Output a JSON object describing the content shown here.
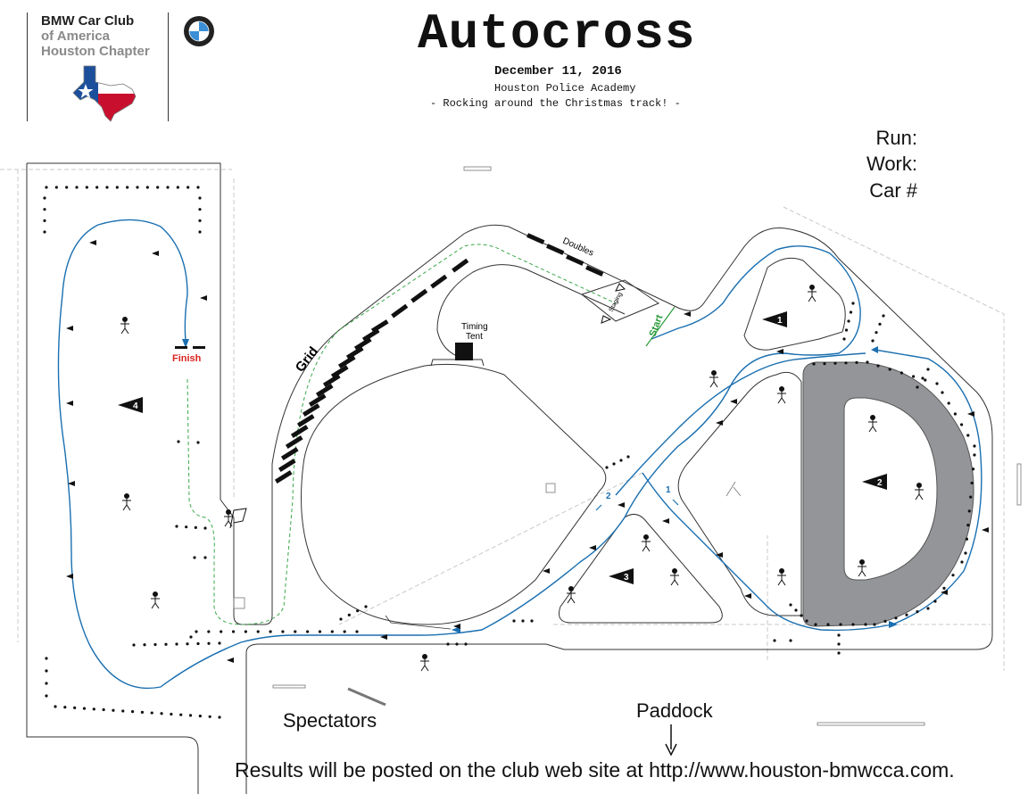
{
  "header": {
    "club_line_1": "BMW Car Club",
    "club_line_2": "of America",
    "club_line_3": "Houston Chapter",
    "title": "Autocross",
    "date": "December 11, 2016",
    "venue": "Houston Police Academy",
    "tagline": "- Rocking around the Christmas track! -"
  },
  "card": {
    "run_label": "Run:",
    "work_label": "Work:",
    "car_label": "Car #"
  },
  "map": {
    "labels": {
      "doubles": "Doubles",
      "staging": "Staging",
      "start": "Start",
      "finish": "Finish",
      "grid": "Grid",
      "timing_tent_1": "Timing",
      "timing_tent_2": "Tent",
      "spectators": "Spectators",
      "paddock": "Paddock"
    },
    "work_stations": [
      "1",
      "2",
      "3",
      "4"
    ],
    "direction_markers": [
      "1",
      "2"
    ]
  },
  "footer": {
    "results": "Results will be posted on the club web site at http://www.houston-bmwcca.com."
  },
  "colors": {
    "course_line": "#1a6fb0",
    "grid_route": "#3aa84a",
    "start_text": "#2a9a3a",
    "finish_text": "#d9251f",
    "infield": "#939598",
    "flag_blue": "#1b4f9c",
    "flag_red": "#c8102e"
  }
}
